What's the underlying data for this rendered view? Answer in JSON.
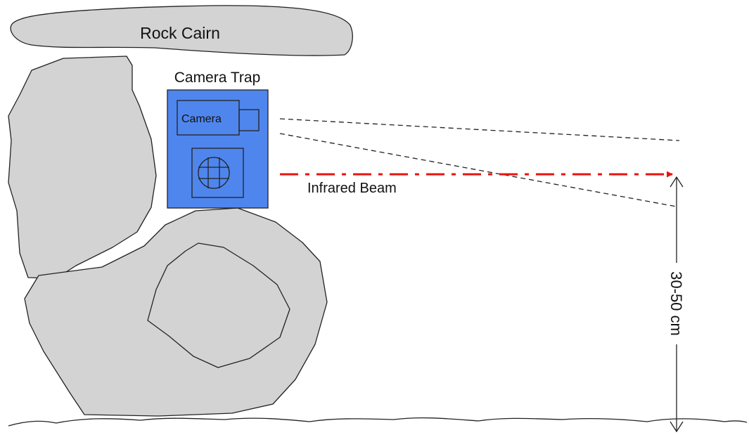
{
  "labels": {
    "cairn": "Rock Cairn",
    "trap": "Camera Trap",
    "camera": "Camera",
    "beam": "Infrared Beam",
    "height": "30-50 cm"
  },
  "colors": {
    "rock_fill": "#d3d3d3",
    "trap_fill": "#4f86ed",
    "beam": "#e8130f",
    "line": "#222222"
  }
}
